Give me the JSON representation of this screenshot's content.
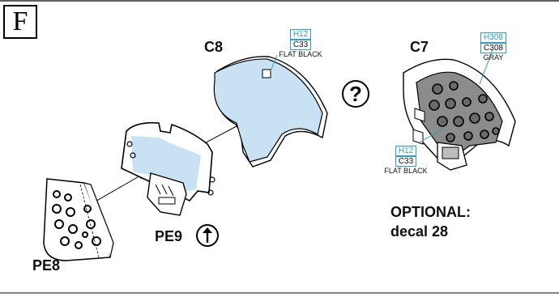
{
  "step": {
    "letter": "F"
  },
  "parts": {
    "c8": "C8",
    "c7": "C7",
    "pe8": "PE8",
    "pe9": "PE9"
  },
  "paints": {
    "c8": {
      "h": "H12",
      "c": "C33",
      "name": "FLAT BLACK"
    },
    "c7_top": {
      "h": "H308",
      "c": "C308",
      "name": "GRAY"
    },
    "c7_bottom": {
      "h": "H12",
      "c": "C33",
      "name": "FLAT BLACK"
    }
  },
  "question_mark": "?",
  "optional": {
    "line1": "OPTIONAL:",
    "line2": "decal 28"
  },
  "colors": {
    "panel_fill": "#c8e1f3",
    "accent": "#2a9fc9",
    "gray_part": "#8c8c8c"
  },
  "icons": [
    "flip-part-icon",
    "question-icon"
  ]
}
